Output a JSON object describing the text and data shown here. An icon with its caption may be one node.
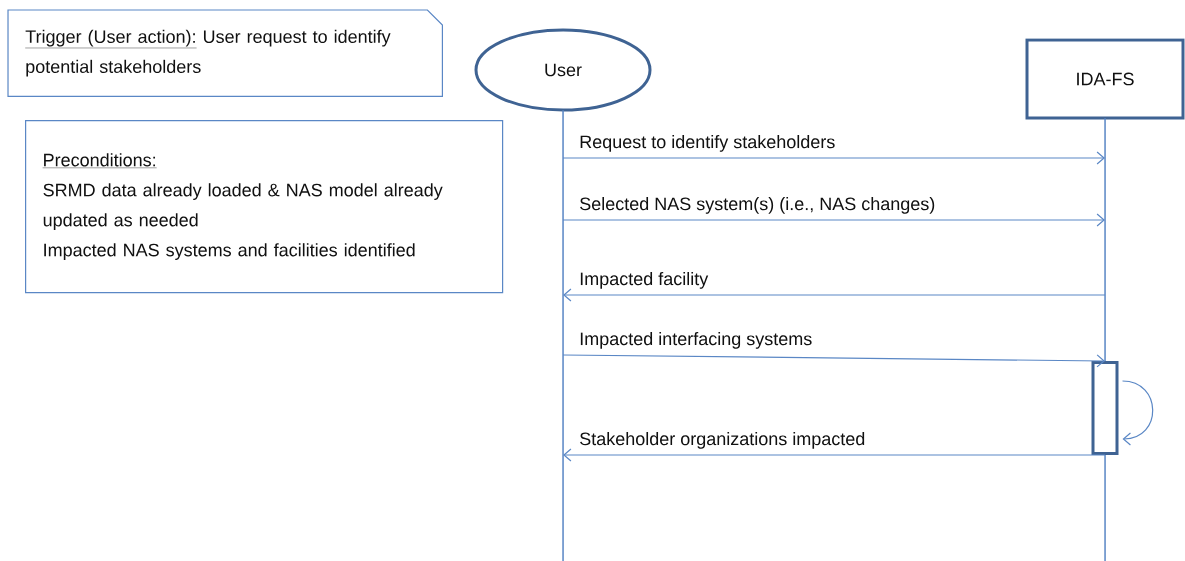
{
  "diagram": {
    "nodes": [
      {
        "text": [
          "Trigger (User action):",
          "User request to identify potential stakeholders"
        ]
      },
      {
        "text": [
          "Preconditions:",
          "SRMD data already loaded & NAS model already updated as needed",
          "Impacted NAS systems and facilities identified"
        ]
      },
      {
        "text": [
          "User"
        ]
      },
      {
        "text": [
          "IDA-FS"
        ]
      },
      {
        "text": [],
        "shape": "line"
      },
      {
        "text": [],
        "shape": "line"
      },
      {
        "text": [],
        "shape": "bar"
      }
    ],
    "edges": [
      {
        "from": 4,
        "to": 5,
        "arrow": "to",
        "label": "Request to identify stakeholders"
      },
      {
        "from": 4,
        "to": 5,
        "arrow": "to",
        "label": "Selected NAS system(s) (i.e., NAS changes)"
      },
      {
        "from": 5,
        "to": 4,
        "arrow": "to",
        "label": "Impacted facility"
      },
      {
        "from": 4,
        "to": 6,
        "arrow": "to",
        "label": "Impacted interfacing systems"
      },
      {
        "from": 6,
        "to": 6,
        "arrow": "to"
      },
      {
        "from": 6,
        "to": 4,
        "arrow": "to",
        "label": "Stakeholder organizations impacted"
      }
    ]
  }
}
